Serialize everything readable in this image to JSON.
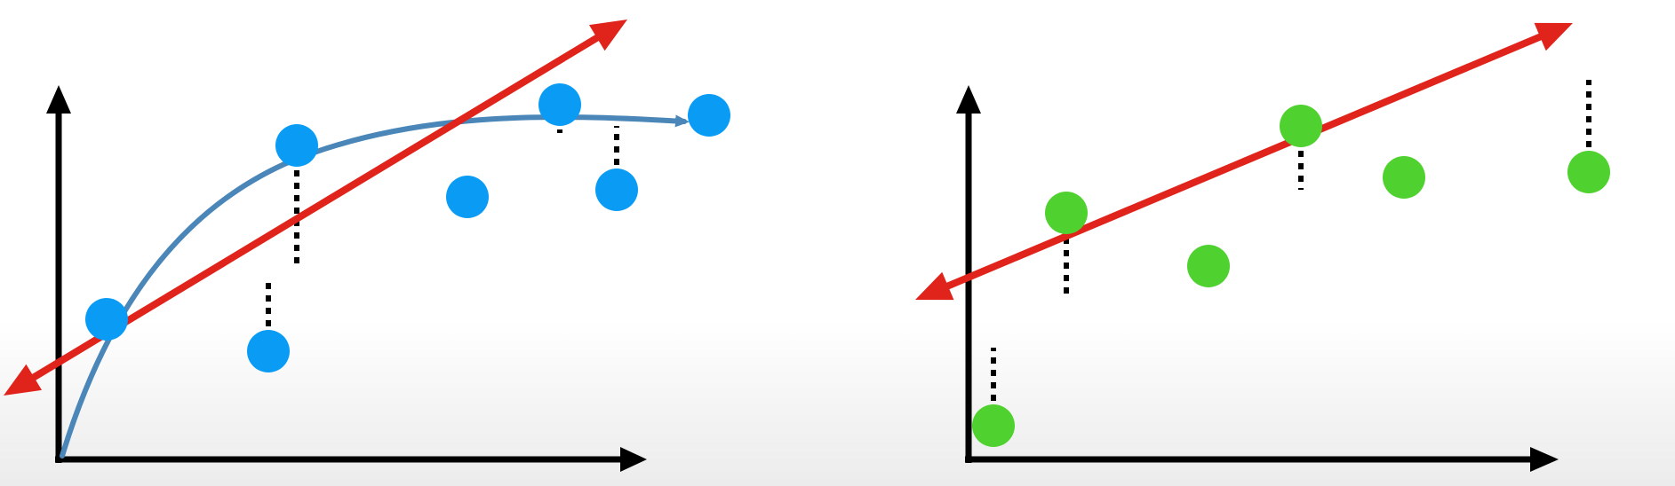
{
  "colors": {
    "background": "#ffffff",
    "axis": "#000000",
    "fit_line": "#e0241b",
    "curve": "#4a86b8",
    "residual": "#000000",
    "left_points": "#0a9cf5",
    "right_points": "#4fd12f"
  },
  "panels": [
    {
      "name": "left",
      "point_color_key": "left_points",
      "has_curve": true,
      "points": [
        {
          "x": 0.135,
          "y": 0.395
        },
        {
          "x": 0.59,
          "y": 0.305
        },
        {
          "x": 0.67,
          "y": 0.885
        },
        {
          "x": 1.15,
          "y": 0.74
        },
        {
          "x": 1.41,
          "y": 1.0
        },
        {
          "x": 1.57,
          "y": 0.76
        },
        {
          "x": 1.83,
          "y": 0.97
        }
      ],
      "residuals": [
        {
          "x": 0.59,
          "y_from": 0.305,
          "y_to": 0.51
        },
        {
          "x": 0.67,
          "y_from": 0.885,
          "y_to": 0.54
        },
        {
          "x": 1.41,
          "y_from": 1.0,
          "y_to": 0.92
        },
        {
          "x": 1.57,
          "y_from": 0.76,
          "y_to": 0.94
        },
        {
          "x": 1.83,
          "y_from": 0.97,
          "y_to": 1.03
        }
      ]
    },
    {
      "name": "right",
      "point_color_key": "right_points",
      "has_curve": false,
      "points": [
        {
          "x": 0.07,
          "y": 0.095
        },
        {
          "x": 0.275,
          "y": 0.695
        },
        {
          "x": 0.675,
          "y": 0.545
        },
        {
          "x": 0.935,
          "y": 0.94
        },
        {
          "x": 1.225,
          "y": 0.795
        },
        {
          "x": 1.745,
          "y": 0.81
        }
      ],
      "residuals": [
        {
          "x": 0.07,
          "y_from": 0.095,
          "y_to": 0.315
        },
        {
          "x": 0.275,
          "y_from": 0.695,
          "y_to": 0.45
        },
        {
          "x": 0.935,
          "y_from": 0.94,
          "y_to": 0.76
        },
        {
          "x": 1.745,
          "y_from": 0.81,
          "y_to": 1.07
        }
      ]
    }
  ]
}
